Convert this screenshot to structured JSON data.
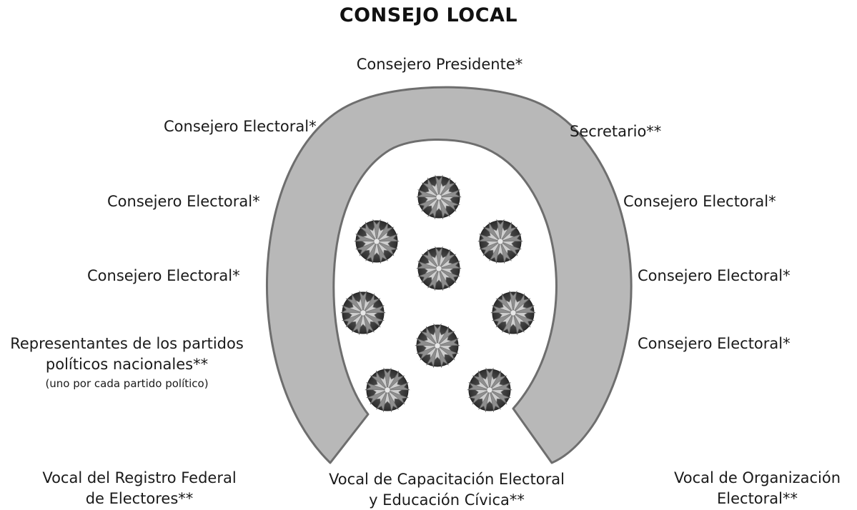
{
  "title": "CONSEJO LOCAL",
  "colors": {
    "arc_fill": "#b8b8b8",
    "arc_stroke": "#6e6e6e",
    "text": "#1a1a1a"
  },
  "labels": {
    "presidente": "Consejero Presidente*",
    "secretario": "Secretario**",
    "electoral_left_1": "Consejero Electoral*",
    "electoral_left_2": "Consejero Electoral*",
    "electoral_left_3": "Consejero Electoral*",
    "electoral_right_1": "Consejero Electoral*",
    "electoral_right_2": "Consejero Electoral*",
    "electoral_right_3": "Consejero Electoral*",
    "representantes_line1": "Representantes de  los partidos",
    "representantes_line2": "políticos nacionales**",
    "representantes_note": "(uno por cada partido político)",
    "vocal_registro_line1": "Vocal del Registro Federal",
    "vocal_registro_line2": "de Electores**",
    "vocal_capacitacion_line1": "Vocal de Capacitación Electoral",
    "vocal_capacitacion_line2": "y Educación Cívica**",
    "vocal_organizacion_line1": "Vocal de Organización",
    "vocal_organizacion_line2": "Electoral**"
  },
  "plants": {
    "count": 9,
    "icon": "agave-plant-icon"
  }
}
